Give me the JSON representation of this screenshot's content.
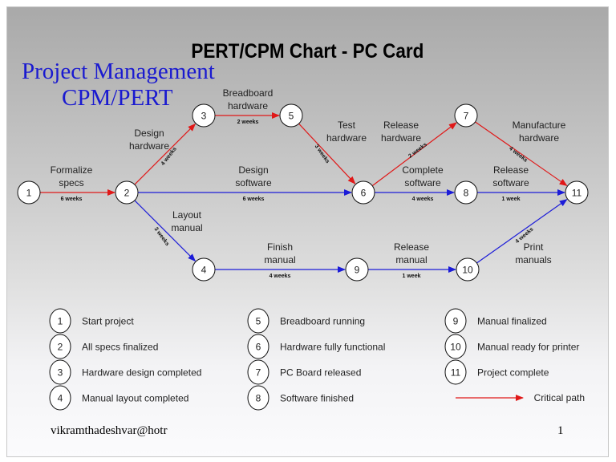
{
  "slide": {
    "title": "PERT/CPM Chart - PC Card",
    "overlay_title_line1": "Project Management",
    "overlay_title_line2": "CPM/PERT",
    "footer_left": "vikramthadeshvar@hotr",
    "page_number": "1"
  },
  "colors": {
    "critical": "#e01818",
    "normal": "#1c1cd8",
    "overlay_text": "#1a1ad0"
  },
  "nodes": [
    {
      "id": "1"
    },
    {
      "id": "2"
    },
    {
      "id": "3"
    },
    {
      "id": "4"
    },
    {
      "id": "5"
    },
    {
      "id": "6"
    },
    {
      "id": "7"
    },
    {
      "id": "8"
    },
    {
      "id": "9"
    },
    {
      "id": "10"
    },
    {
      "id": "11"
    }
  ],
  "activities": [
    {
      "from": "1",
      "to": "2",
      "name_line1": "Formalize",
      "name_line2": "specs",
      "duration": "6 weeks",
      "critical": true
    },
    {
      "from": "2",
      "to": "3",
      "name_line1": "Design",
      "name_line2": "hardware",
      "duration": "4 weeks",
      "critical": true
    },
    {
      "from": "3",
      "to": "5",
      "name_line1": "Breadboard",
      "name_line2": "hardware",
      "duration": "2 weeks",
      "critical": true
    },
    {
      "from": "5",
      "to": "6",
      "name_line1": "Test",
      "name_line2": "hardware",
      "duration": "3 weeks",
      "critical": true
    },
    {
      "from": "6",
      "to": "7",
      "name_line1": "Release",
      "name_line2": "hardware",
      "duration": "2 weeks",
      "critical": true
    },
    {
      "from": "7",
      "to": "11",
      "name_line1": "Manufacture",
      "name_line2": "hardware",
      "duration": "4 weeks",
      "critical": true
    },
    {
      "from": "2",
      "to": "6",
      "name_line1": "Design",
      "name_line2": "software",
      "duration": "6 weeks",
      "critical": false
    },
    {
      "from": "6",
      "to": "8",
      "name_line1": "Complete",
      "name_line2": "software",
      "duration": "4 weeks",
      "critical": false
    },
    {
      "from": "8",
      "to": "11",
      "name_line1": "Release",
      "name_line2": "software",
      "duration": "1 week",
      "critical": false
    },
    {
      "from": "2",
      "to": "4",
      "name_line1": "Layout",
      "name_line2": "manual",
      "duration": "3 weeks",
      "critical": false
    },
    {
      "from": "4",
      "to": "9",
      "name_line1": "Finish",
      "name_line2": "manual",
      "duration": "4 weeks",
      "critical": false
    },
    {
      "from": "9",
      "to": "10",
      "name_line1": "Release",
      "name_line2": "manual",
      "duration": "1 week",
      "critical": false
    },
    {
      "from": "10",
      "to": "11",
      "name_line1": "Print",
      "name_line2": "manuals",
      "duration": "4 weeks",
      "critical": false
    }
  ],
  "legend": {
    "events": [
      {
        "id": "1",
        "label": "Start project"
      },
      {
        "id": "2",
        "label": "All specs finalized"
      },
      {
        "id": "3",
        "label": "Hardware design completed"
      },
      {
        "id": "4",
        "label": "Manual layout completed"
      },
      {
        "id": "5",
        "label": "Breadboard running"
      },
      {
        "id": "6",
        "label": "Hardware fully functional"
      },
      {
        "id": "7",
        "label": "PC Board released"
      },
      {
        "id": "8",
        "label": "Software finished"
      },
      {
        "id": "9",
        "label": "Manual finalized"
      },
      {
        "id": "10",
        "label": "Manual ready for printer"
      },
      {
        "id": "11",
        "label": "Project complete"
      }
    ],
    "critical_path_label": "Critical path"
  }
}
